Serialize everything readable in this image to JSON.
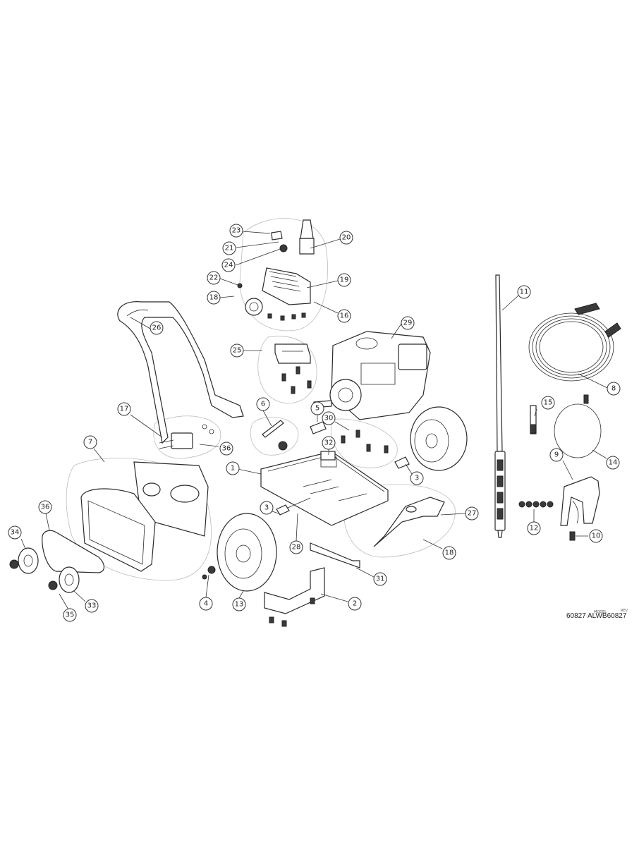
{
  "callouts": [
    {
      "num": "1"
    },
    {
      "num": "2"
    },
    {
      "num": "3"
    },
    {
      "num": "3"
    },
    {
      "num": "4"
    },
    {
      "num": "5"
    },
    {
      "num": "6"
    },
    {
      "num": "7"
    },
    {
      "num": "8"
    },
    {
      "num": "9"
    },
    {
      "num": "10"
    },
    {
      "num": "11"
    },
    {
      "num": "12"
    },
    {
      "num": "13"
    },
    {
      "num": "14"
    },
    {
      "num": "15"
    },
    {
      "num": "16"
    },
    {
      "num": "17"
    },
    {
      "num": "18"
    },
    {
      "num": "18"
    },
    {
      "num": "19"
    },
    {
      "num": "20"
    },
    {
      "num": "21"
    },
    {
      "num": "22"
    },
    {
      "num": "23"
    },
    {
      "num": "24"
    },
    {
      "num": "25"
    },
    {
      "num": "26"
    },
    {
      "num": "27"
    },
    {
      "num": "28"
    },
    {
      "num": "29"
    },
    {
      "num": "30"
    },
    {
      "num": "31"
    },
    {
      "num": "32"
    },
    {
      "num": "33"
    },
    {
      "num": "34"
    },
    {
      "num": "35"
    },
    {
      "num": "36"
    },
    {
      "num": "36"
    }
  ],
  "model_block": {
    "model_caption": "MODEL",
    "rev_caption": "REV",
    "model_number": "60827",
    "model_code": "ALWB60827"
  }
}
